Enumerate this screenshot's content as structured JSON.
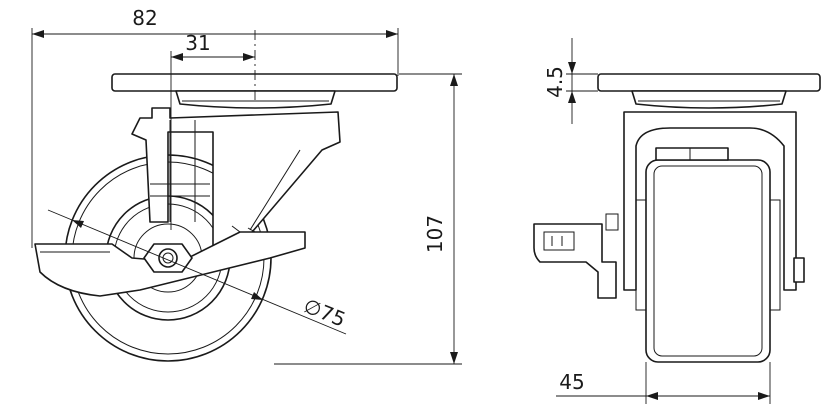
{
  "dimensions": {
    "overall_width": "82",
    "offset": "31",
    "plate_thickness": "4.5",
    "overall_height": "107",
    "wheel_diameter": "∅75",
    "wheel_width": "45"
  }
}
